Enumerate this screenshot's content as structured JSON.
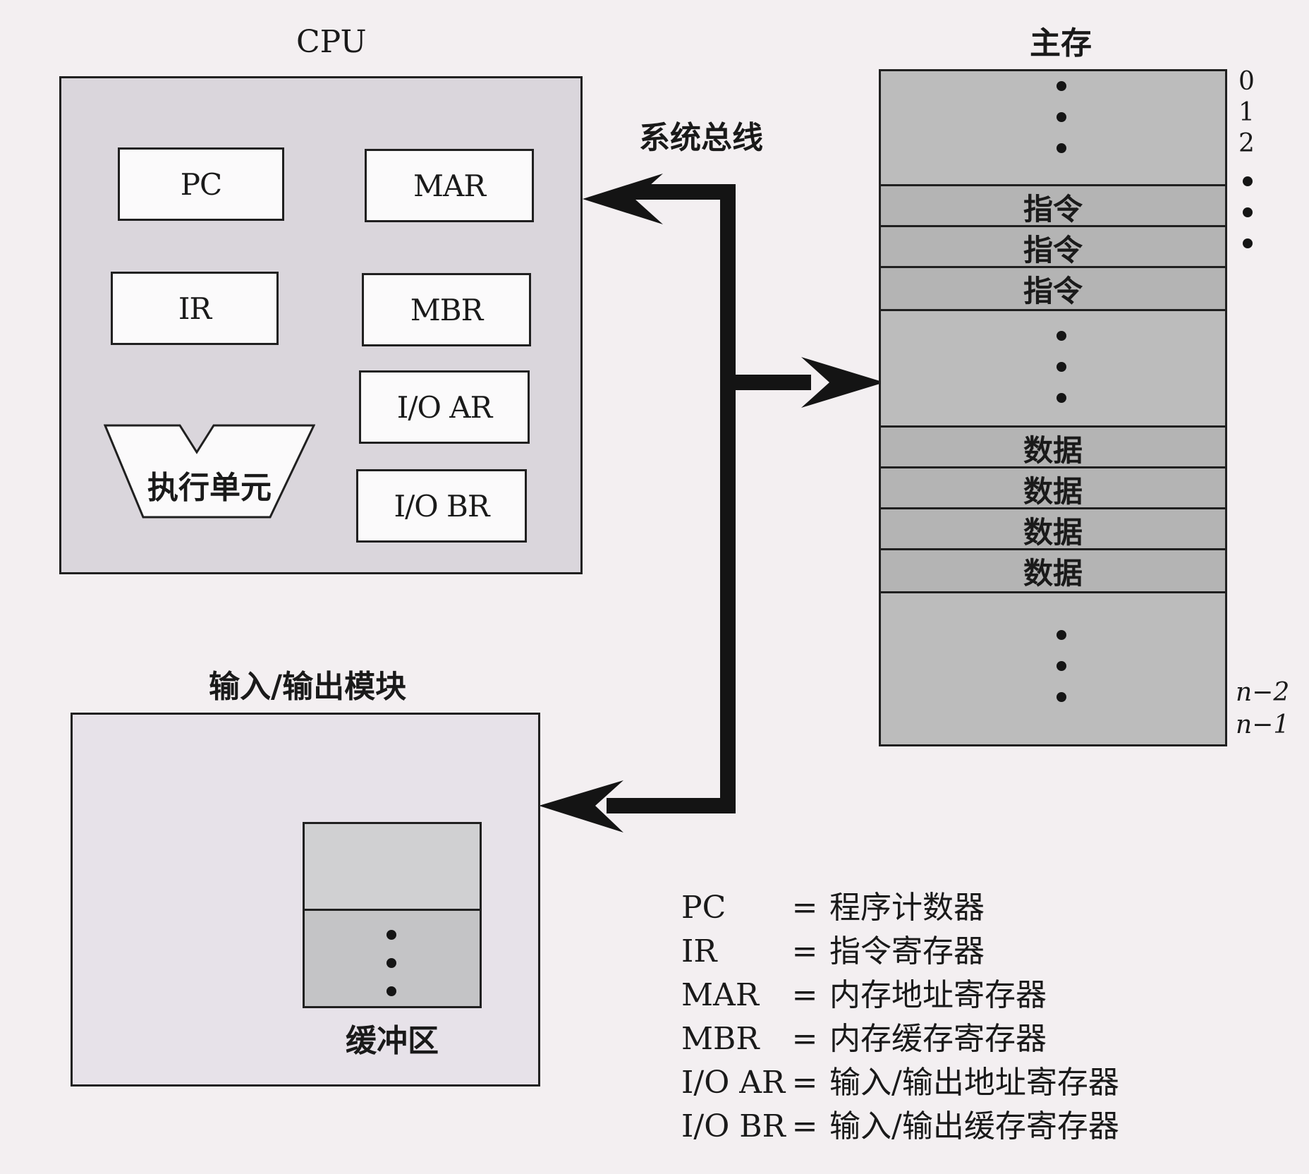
{
  "cpu": {
    "title": "CPU",
    "registers": {
      "pc": "PC",
      "mar": "MAR",
      "ir": "IR",
      "mbr": "MBR",
      "io_ar": "I/O AR",
      "io_br": "I/O BR"
    },
    "execution_unit": "执行单元"
  },
  "bus": {
    "label": "系统总线"
  },
  "memory": {
    "title": "主存",
    "instruction_rows": [
      "指令",
      "指令",
      "指令"
    ],
    "data_rows": [
      "数据",
      "数据",
      "数据",
      "数据"
    ],
    "addresses_top": [
      "0",
      "1",
      "2"
    ],
    "addresses_bottom": [
      "n−2",
      "n−1"
    ]
  },
  "io_module": {
    "title": "输入/输出模块",
    "buffer_label": "缓冲区"
  },
  "legend": [
    {
      "abbr": "PC",
      "eq": "=",
      "def": "程序计数器"
    },
    {
      "abbr": "IR",
      "eq": "=",
      "def": "指令寄存器"
    },
    {
      "abbr": "MAR",
      "eq": "=",
      "def": "内存地址寄存器"
    },
    {
      "abbr": "MBR",
      "eq": "=",
      "def": "内存缓存寄存器"
    },
    {
      "abbr": "I/O AR",
      "eq": "=",
      "def": "输入/输出地址寄存器"
    },
    {
      "abbr": "I/O BR",
      "eq": "=",
      "def": "输入/输出缓存寄存器"
    }
  ]
}
